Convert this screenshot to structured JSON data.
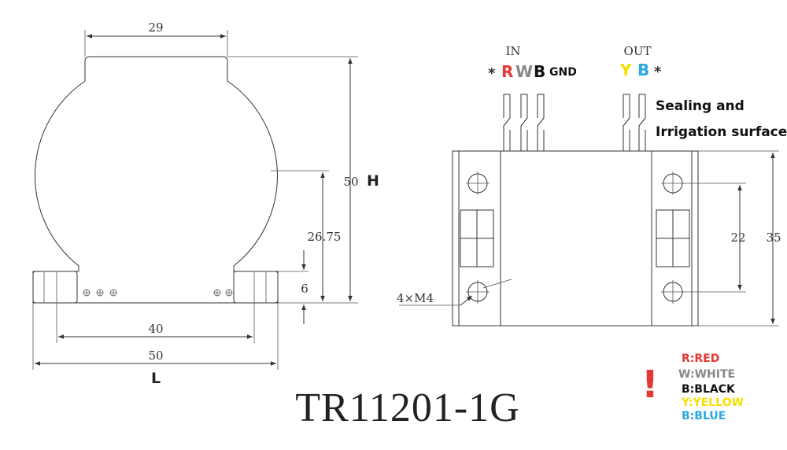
{
  "dimensions": {
    "top_width": "29",
    "height": "50",
    "height_symbol": "H",
    "center_height": "26.75",
    "base_height": "6",
    "hole_spacing": "40",
    "base_width": "50",
    "length_symbol": "L",
    "mount_hole_spacing": "22",
    "body_height": "35",
    "screw_spec": "4×M4"
  },
  "wiring": {
    "in_label": "IN",
    "out_label": "OUT",
    "in_star": "*",
    "in_r": "R",
    "in_w": "W",
    "in_b": "B",
    "gnd": "GND",
    "out_y": "Y",
    "out_b": "B",
    "out_star": "*",
    "sealing_line1": "Sealing and",
    "sealing_line2": "Irrigation surface"
  },
  "colors": {
    "red": "#e53935",
    "white_gray": "#888888",
    "black": "#111111",
    "yellow": "#f5e000",
    "blue": "#2aa8e0",
    "warning": "#e53935"
  },
  "legend": {
    "warning_mark": "!",
    "items": [
      {
        "text": "R:RED",
        "color": "#e53935"
      },
      {
        "text": "W:WHITE",
        "color": "#888888"
      },
      {
        "text": "B:BLACK",
        "color": "#111111"
      },
      {
        "text": "Y:YELLOW",
        "color": "#f5e000"
      },
      {
        "text": "B:BLUE",
        "color": "#2aa8e0"
      }
    ]
  },
  "model": "TR11201-1G"
}
